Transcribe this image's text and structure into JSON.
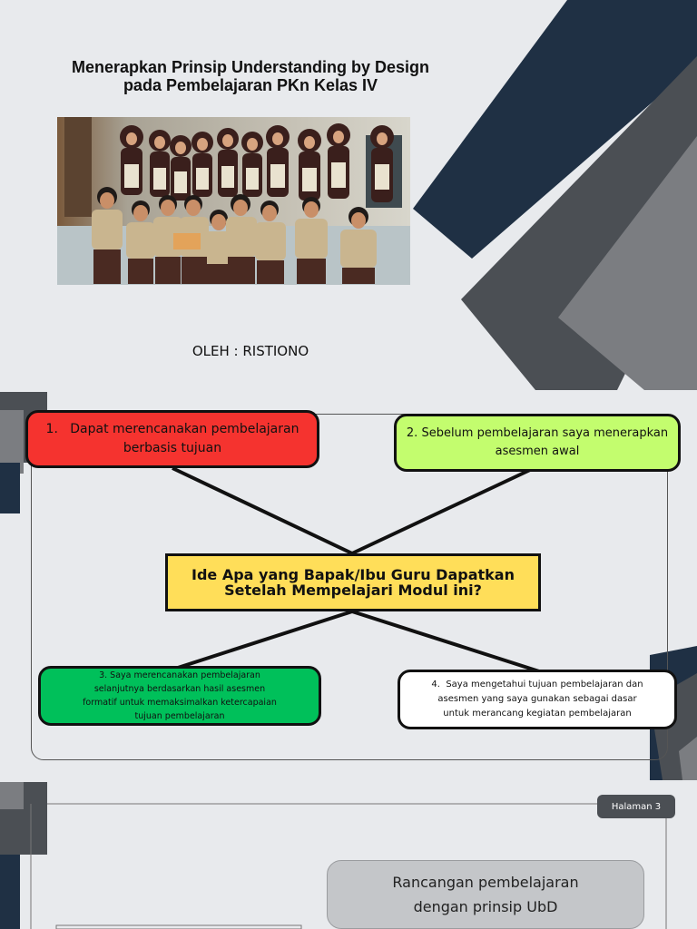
{
  "slide1": {
    "title_line1": "Menerapkan Prinsip Understanding by Design",
    "title_line2": "pada Pembelajaran PKn Kelas IV",
    "author": "OLEH : RISTIONO",
    "photo_icon": "class-group-photo"
  },
  "slide2": {
    "center_question_line1": "Ide Apa yang Bapak/Ibu Guru Dapatkan",
    "center_question_line2": "Setelah Mempelajari Modul ini?",
    "idea1_line1": "1.   Dapat merencanakan pembelajaran",
    "idea1_line2": "berbasis tujuan",
    "idea2_line1": "2. Sebelum pembelajaran saya menerapkan",
    "idea2_line2": "asesmen awal",
    "idea3_line1": "3. Saya merencanakan pembelajaran",
    "idea3_line2": "selanjutnya berdasarkan hasil asesmen",
    "idea3_line3": "formatif untuk memaksimalkan ketercapaian",
    "idea3_line4": "tujuan pembelajaran",
    "idea4_line1": "4.  Saya mengetahui tujuan pembelajaran dan",
    "idea4_line2": "asesmen yang saya gunakan sebagai dasar",
    "idea4_line3": "untuk merancang kegiatan pembelajaran",
    "colors": {
      "idea1": "#f5332f",
      "idea2": "#c3fd6e",
      "idea3": "#00c05a",
      "idea4": "#ffffff",
      "center": "#ffde59"
    }
  },
  "slide3": {
    "page_badge": "Halaman 3",
    "heading_line1": "Rancangan pembelajaran",
    "heading_line2": "dengan prinsip UbD"
  },
  "theme": {
    "navy": "#1f3044",
    "dark_gray": "#4d5156",
    "mid_gray": "#7a7c80",
    "background": "#e8eaed"
  }
}
